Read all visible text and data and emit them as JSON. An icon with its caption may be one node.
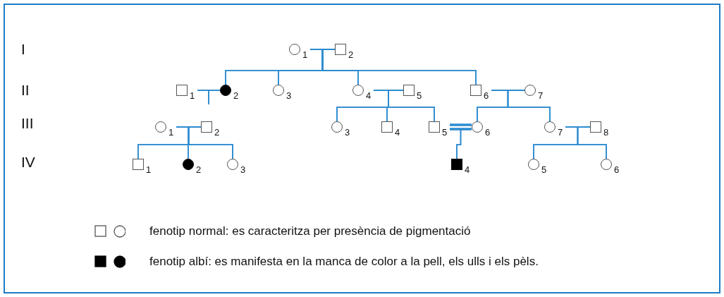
{
  "diagram": {
    "nodes": [
      {
        "text": [],
        "shape": "circle",
        "beside": [
          "1"
        ]
      },
      {
        "text": [],
        "shape": "square",
        "beside": [
          "2"
        ]
      },
      {
        "text": [],
        "shape": "square",
        "beside": [
          "1"
        ]
      },
      {
        "text": [],
        "shape": "disc",
        "beside": [
          "2"
        ]
      },
      {
        "text": [],
        "shape": "circle",
        "beside": [
          "3"
        ]
      },
      {
        "text": [],
        "shape": "circle",
        "beside": [
          "4"
        ]
      },
      {
        "text": [],
        "shape": "square",
        "beside": [
          "5"
        ]
      },
      {
        "text": [],
        "shape": "square",
        "beside": [
          "6"
        ]
      },
      {
        "text": [],
        "shape": "circle",
        "beside": [
          "7"
        ]
      },
      {
        "text": [],
        "shape": "circle",
        "beside": [
          "1"
        ]
      },
      {
        "text": [],
        "shape": "square",
        "beside": [
          "2"
        ]
      },
      {
        "text": [],
        "shape": "circle",
        "beside": [
          "3"
        ]
      },
      {
        "text": [],
        "shape": "square",
        "beside": [
          "4"
        ]
      },
      {
        "text": [],
        "shape": "square",
        "beside": [
          "5"
        ]
      },
      {
        "text": [],
        "shape": "circle",
        "beside": [
          "6"
        ]
      },
      {
        "text": [],
        "shape": "circle",
        "beside": [
          "7"
        ]
      },
      {
        "text": [],
        "shape": "square",
        "beside": [
          "8"
        ]
      },
      {
        "text": [],
        "shape": "square",
        "beside": [
          "1"
        ]
      },
      {
        "text": [],
        "shape": "disc",
        "beside": [
          "2"
        ]
      },
      {
        "text": [],
        "shape": "circle",
        "beside": [
          "3"
        ]
      },
      {
        "text": [],
        "shape": "block",
        "beside": [
          "4"
        ]
      },
      {
        "text": [],
        "shape": "circle",
        "beside": [
          "5"
        ]
      },
      {
        "text": [],
        "shape": "circle",
        "beside": [
          "6"
        ]
      }
    ],
    "edges": [
      {
        "from": 0,
        "to": 1,
        "arrow": "none"
      },
      {
        "from": 0,
        "to": 3,
        "arrow": "none"
      },
      {
        "from": 1,
        "to": 3,
        "arrow": "none"
      },
      {
        "from": 0,
        "to": 4,
        "arrow": "none"
      },
      {
        "from": 1,
        "to": 4,
        "arrow": "none"
      },
      {
        "from": 0,
        "to": 5,
        "arrow": "none"
      },
      {
        "from": 1,
        "to": 5,
        "arrow": "none"
      },
      {
        "from": 0,
        "to": 7,
        "arrow": "none"
      },
      {
        "from": 1,
        "to": 7,
        "arrow": "none"
      },
      {
        "from": 2,
        "to": 3,
        "arrow": "none"
      },
      {
        "from": 2,
        "to": null,
        "arrow": "none"
      },
      {
        "from": 3,
        "to": null,
        "arrow": "none"
      },
      {
        "from": 5,
        "to": 6,
        "arrow": "none"
      },
      {
        "from": 5,
        "to": 11,
        "arrow": "none"
      },
      {
        "from": 6,
        "to": 11,
        "arrow": "none"
      },
      {
        "from": 5,
        "to": 12,
        "arrow": "none"
      },
      {
        "from": 6,
        "to": 12,
        "arrow": "none"
      },
      {
        "from": 5,
        "to": 13,
        "arrow": "none"
      },
      {
        "from": 6,
        "to": 13,
        "arrow": "none"
      },
      {
        "from": 7,
        "to": 8,
        "arrow": "none"
      },
      {
        "from": 7,
        "to": 14,
        "arrow": "none"
      },
      {
        "from": 8,
        "to": 14,
        "arrow": "none"
      },
      {
        "from": 7,
        "to": 15,
        "arrow": "none"
      },
      {
        "from": 8,
        "to": 15,
        "arrow": "none"
      },
      {
        "from": 9,
        "to": 10,
        "arrow": "none"
      },
      {
        "from": 9,
        "to": 17,
        "arrow": "none"
      },
      {
        "from": 10,
        "to": 17,
        "arrow": "none"
      },
      {
        "from": 9,
        "to": 18,
        "arrow": "none"
      },
      {
        "from": 10,
        "to": 18,
        "arrow": "none"
      },
      {
        "from": 9,
        "to": 19,
        "arrow": "none"
      },
      {
        "from": 10,
        "to": 19,
        "arrow": "none"
      },
      {
        "from": 13,
        "to": 14,
        "arrow": "none",
        "style": "thick"
      },
      {
        "from": 13,
        "to": 20,
        "arrow": "none"
      },
      {
        "from": 14,
        "to": 20,
        "arrow": "none"
      },
      {
        "from": 15,
        "to": 16,
        "arrow": "none"
      },
      {
        "from": 15,
        "to": 21,
        "arrow": "none"
      },
      {
        "from": 16,
        "to": 21,
        "arrow": "none"
      },
      {
        "from": 15,
        "to": 22,
        "arrow": "none"
      },
      {
        "from": 16,
        "to": 22,
        "arrow": "none"
      }
    ],
    "labels": [
      "I",
      "II",
      "III",
      "IV"
    ],
    "legend": [
      {
        "text": "fenotip normal: es caracteritza per presència de pigmentació"
      },
      {
        "text": "fenotip albí: es manifesta en la manca de color a la pell, els ulls i els pèls."
      }
    ]
  }
}
